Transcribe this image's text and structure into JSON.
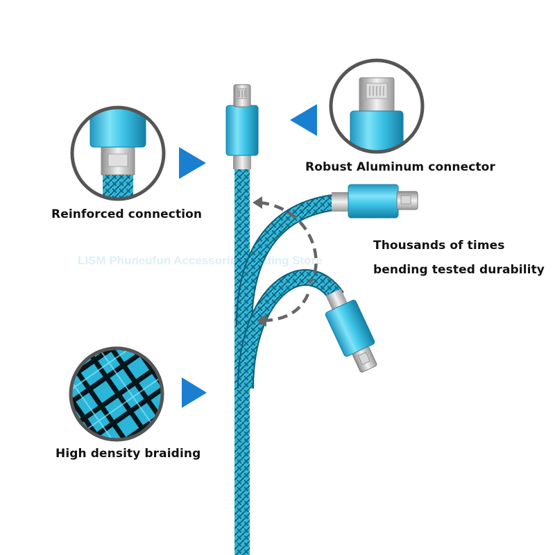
{
  "labels": {
    "reinforced": "Reinforced connection",
    "aluminum": "Robust Aluminum connector",
    "bending_line1": "Thousands of times",
    "bending_line2": "bending tested durability",
    "braiding": "High density braiding"
  },
  "watermark": "LISM Phuneufun Accessories Trading Store",
  "colors": {
    "cable_blue": "#2bb5d8",
    "connector_blue": "#3cc3e6",
    "arrow_blue": "#1a7fd0",
    "arrow_gray": "#666666"
  },
  "icons": {
    "pointer": "triangle-arrow-icon",
    "bend": "curved-dashed-arrow-icon"
  }
}
